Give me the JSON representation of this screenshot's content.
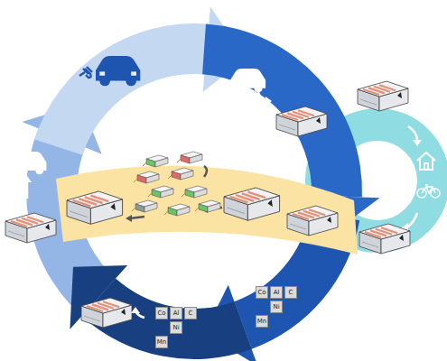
{
  "diagram": {
    "labels": [
      "Co",
      "Al",
      "C",
      "Ni",
      "Mn",
      "Co",
      "Al",
      "C",
      "Ni",
      "Mn"
    ]
  }
}
